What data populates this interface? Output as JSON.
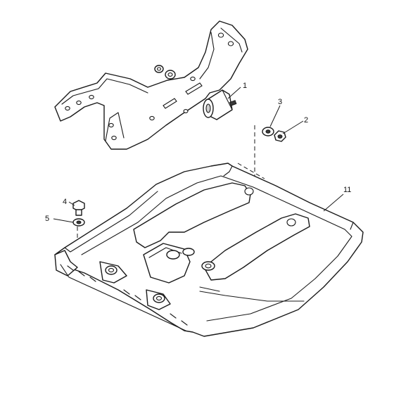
{
  "callouts": {
    "c1": "1",
    "c2": "2",
    "c3": "3",
    "c4": "4",
    "c5": "5",
    "c11": "11"
  }
}
